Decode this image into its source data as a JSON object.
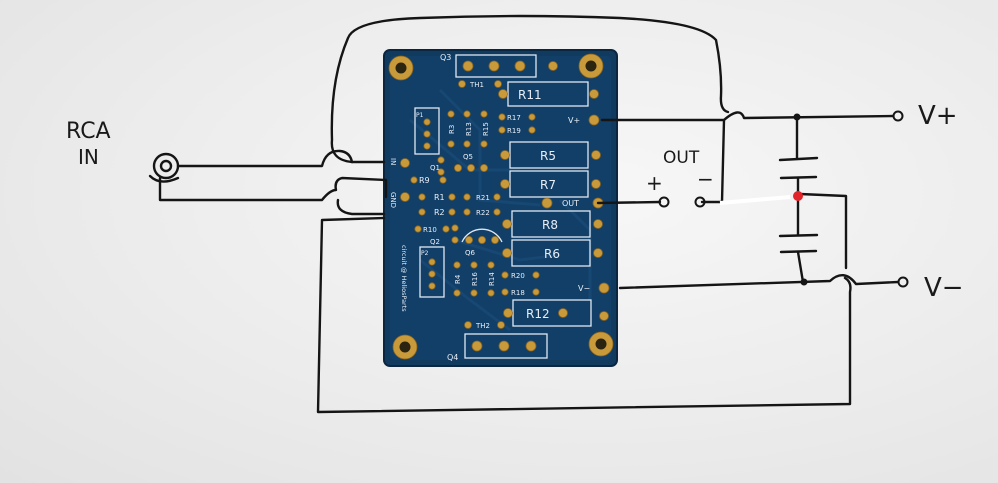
{
  "labels": {
    "rca": "RCA",
    "in": "IN",
    "out": "OUT",
    "plus": "+",
    "minus": "−",
    "vplus": "V+",
    "vminus": "V−"
  },
  "pcb": {
    "resistors": {
      "r11": "R11",
      "r5": "R5",
      "r7": "R7",
      "r8": "R8",
      "r6": "R6",
      "r12": "R12",
      "r17": "R17",
      "r19": "R19",
      "r3": "R3",
      "r13": "R13",
      "r15": "R15",
      "r9": "R9",
      "r1": "R1",
      "r2": "R2",
      "r21": "R21",
      "r22": "R22",
      "r10": "R10",
      "r4": "R4",
      "r16": "R16",
      "r14": "R14",
      "r20": "R20",
      "r18": "R18"
    },
    "parts": {
      "q1": "Q1",
      "q2": "Q2",
      "q3": "Q3",
      "q4": "Q4",
      "q5": "Q5",
      "q6": "Q6",
      "th1": "TH1",
      "th2": "TH2",
      "p1": "P1",
      "p2": "P2"
    },
    "terminals": {
      "in": "IN",
      "gnd": "GND",
      "vplus": "V+",
      "vminus": "V−",
      "out": "OUT"
    },
    "credit": "circuit @ HeliosParts"
  },
  "colors": {
    "board": "#123a5e",
    "pad": "#c99a3a",
    "ink": "#151515",
    "junction": "#e0242a"
  }
}
